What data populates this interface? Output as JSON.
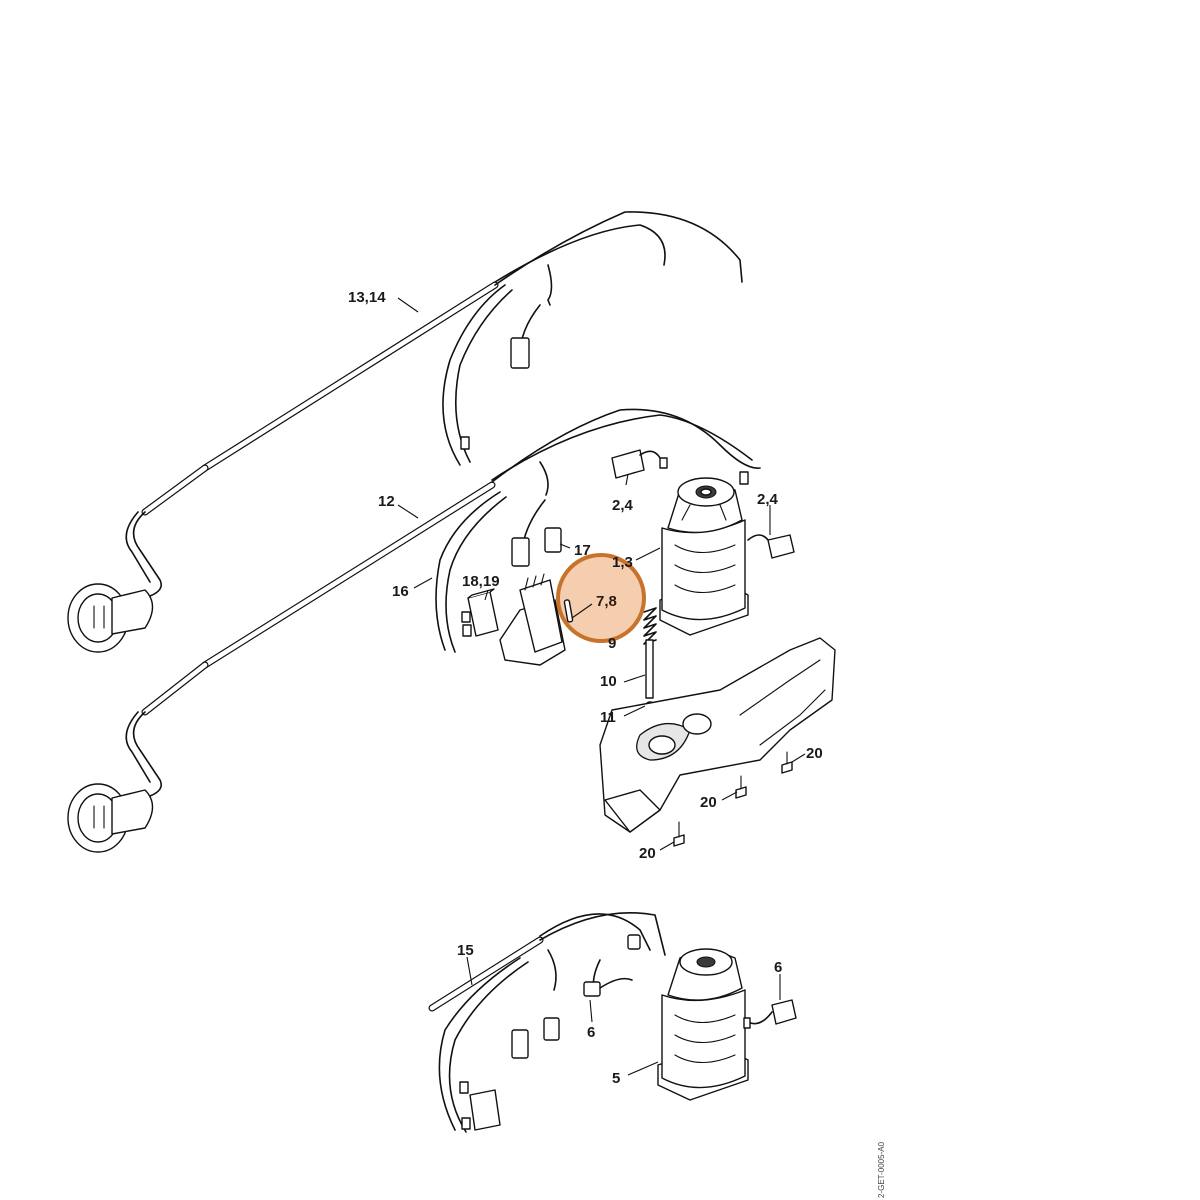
{
  "labels": {
    "cable_13_14": "13,14",
    "cable_12": "12",
    "wire_16": "16",
    "switch_18_19": "18,19",
    "part_17": "17",
    "part_7_8": "7,8",
    "part_9": "9",
    "part_1_3": "1,3",
    "part_10": "10",
    "part_11": "11",
    "brush_2_4_left": "2,4",
    "brush_2_4_right": "2,4",
    "screw_20_a": "20",
    "screw_20_b": "20",
    "screw_20_c": "20",
    "cable_15": "15",
    "brush_6_left": "6",
    "brush_6_right": "6",
    "motor_5": "5"
  },
  "drawing_code": "2-GET-0005-A0",
  "highlight": {
    "target": "7,8",
    "fill": "#f2c7a4",
    "stroke": "#c8732c"
  }
}
